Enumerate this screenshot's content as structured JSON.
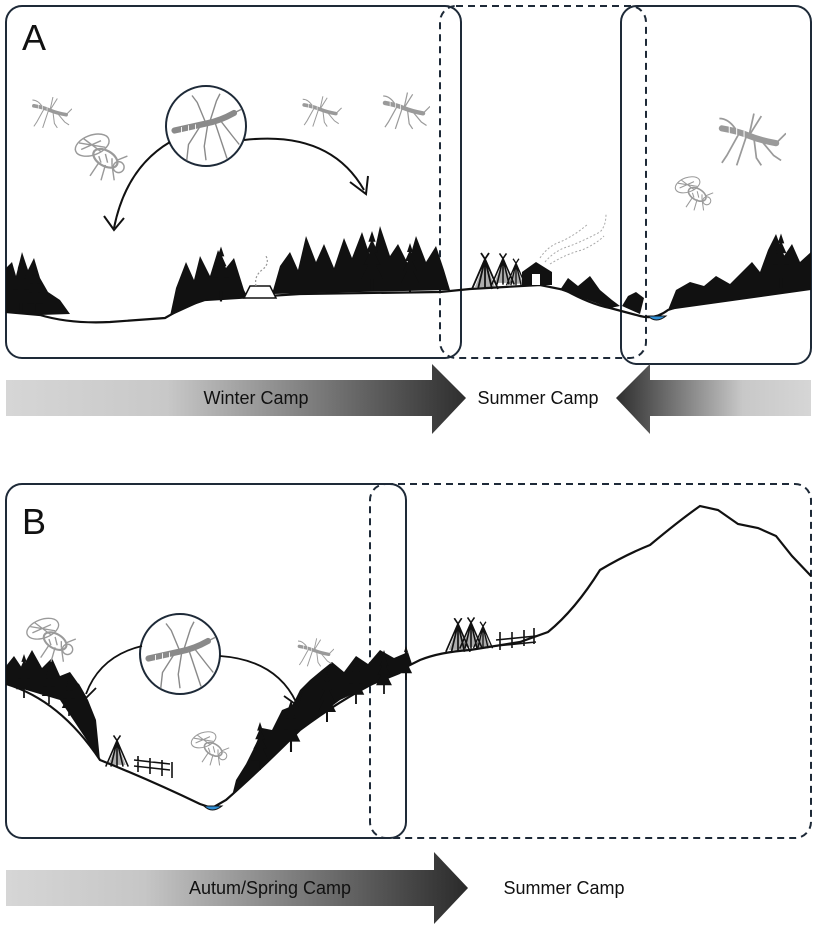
{
  "panel_a": {
    "letter": "A",
    "arrow_left_label": "Winter Camp",
    "center_label": "Summer Camp"
  },
  "panel_b": {
    "letter": "B",
    "arrow_label": "Autum/Spring Camp",
    "right_label": "Summer Camp"
  },
  "icons": {
    "insects": [
      "mosquito-icon",
      "fly-icon"
    ],
    "camps": [
      "tipi-icon",
      "cabin-icon",
      "fence-icon",
      "smoke-icon"
    ],
    "landscape": [
      "conifer-forest-icon",
      "water-pool-icon",
      "mountain-icon"
    ]
  },
  "colors": {
    "ink": "#111111",
    "frame": "#1e2a38",
    "insect_gray": "#9a9a9a",
    "water_blue": "#2f8fd6",
    "arrow_dark": "#2e2e2e",
    "arrow_light": "#d4d4d4"
  }
}
